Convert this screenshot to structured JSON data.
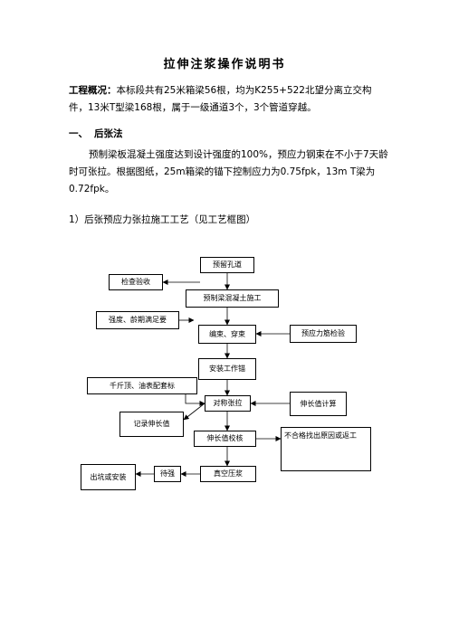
{
  "title": "拉伸注浆操作说明书",
  "overview": {
    "label": "工程概况：",
    "text": "本标段共有25米箱梁56根，均为K255+522北望分离立交构件，13米T型梁168根，属于一级通道3个，3个管道穿越。"
  },
  "section1": {
    "number": "一、",
    "title": "后张法",
    "text": "预制梁板混凝土强度达到设计强度的100%，预应力钢束在不小于7天龄时可张拉。根据图纸，25m箱梁的锚下控制应力为0.75fpk，13m T梁为0.72fpk。"
  },
  "subsection": "1）后张预应力张拉施工工艺（见工艺框图）",
  "flowchart": {
    "reserve_hole": "预留孔道",
    "inspect_accept": "检查验收",
    "precast_concrete": "预制梁混凝土施工",
    "strength_age": "强度、龄期满足要",
    "bundle_thread": "编束、穿束",
    "tendon_inspect": "预应力筋检验",
    "install_anchor": "安装工作锚",
    "jack_calibration": "千斤顶、油表配套标",
    "symmetric_tension": "对称张拉",
    "elongation_calc": "伸长值计算",
    "record_elongation": "记录伸长值",
    "elongation_check": "伸长值校核",
    "nonconforming": "不合格找出原因或返工",
    "vacuum_grouting": "真空压浆",
    "wait_strength": "待强",
    "out_install": "出坑或安装"
  }
}
